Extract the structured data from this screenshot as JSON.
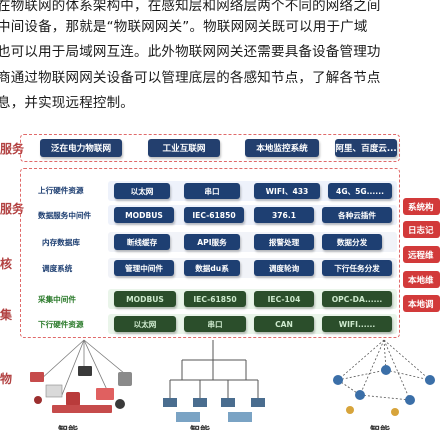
{
  "intro": {
    "lines": [
      "在物联网的体系架构中，在感知层和网络层两个不同的网络之间",
      "中间设备，那就是“物联网网关”。物联网网关既可以用于广域",
      "也可以用于局域网互连。此外物联网网关还需要具备设备管理功",
      "商通过物联网网关设备可以管理底层的各感知节点，了解各节点",
      "息，并实现远程控制。"
    ]
  },
  "side_labels": [
    "服务",
    "服务",
    "核",
    "集",
    "物"
  ],
  "top_row": [
    "泛在电力物联网",
    "工业互联网",
    "本地监控系统",
    "阿里、百度云..."
  ],
  "service": {
    "upper_label": "上行硬件资源",
    "upper_items": [
      "以太网",
      "串口",
      "WIFI、433",
      "4G、5G......"
    ],
    "lower_label": "数据服务中间件",
    "lower_items": [
      "MODBUS",
      "IEC-61850",
      "376.1",
      "各种云插件"
    ]
  },
  "core": {
    "upper_label": "内存数据库",
    "upper_items": [
      "断线缓存",
      "API服务",
      "报警处理",
      "数据分发"
    ],
    "lower_label": "调度系统",
    "lower_items": [
      "管理中间件",
      "数据du系",
      "调度轮询",
      "下行任务分发"
    ]
  },
  "collect": {
    "upper_label": "采集中间件",
    "upper_items": [
      "MODBUS",
      "IEC-61850",
      "IEC-104",
      "OPC-DA......"
    ],
    "lower_label": "下行硬件资源",
    "lower_items": [
      "以太网",
      "串口",
      "CAN",
      "WIFI......"
    ]
  },
  "right_items": [
    "系统构",
    "日志记",
    "远程维",
    "本地维",
    "本地调"
  ],
  "bottom_captions": [
    "智能",
    "智能",
    "智能"
  ],
  "colors": {
    "navy": "#1e3f72",
    "red": "#d23a3a",
    "dashed": "#e06a6a",
    "green_label": "#2a7a2a"
  }
}
